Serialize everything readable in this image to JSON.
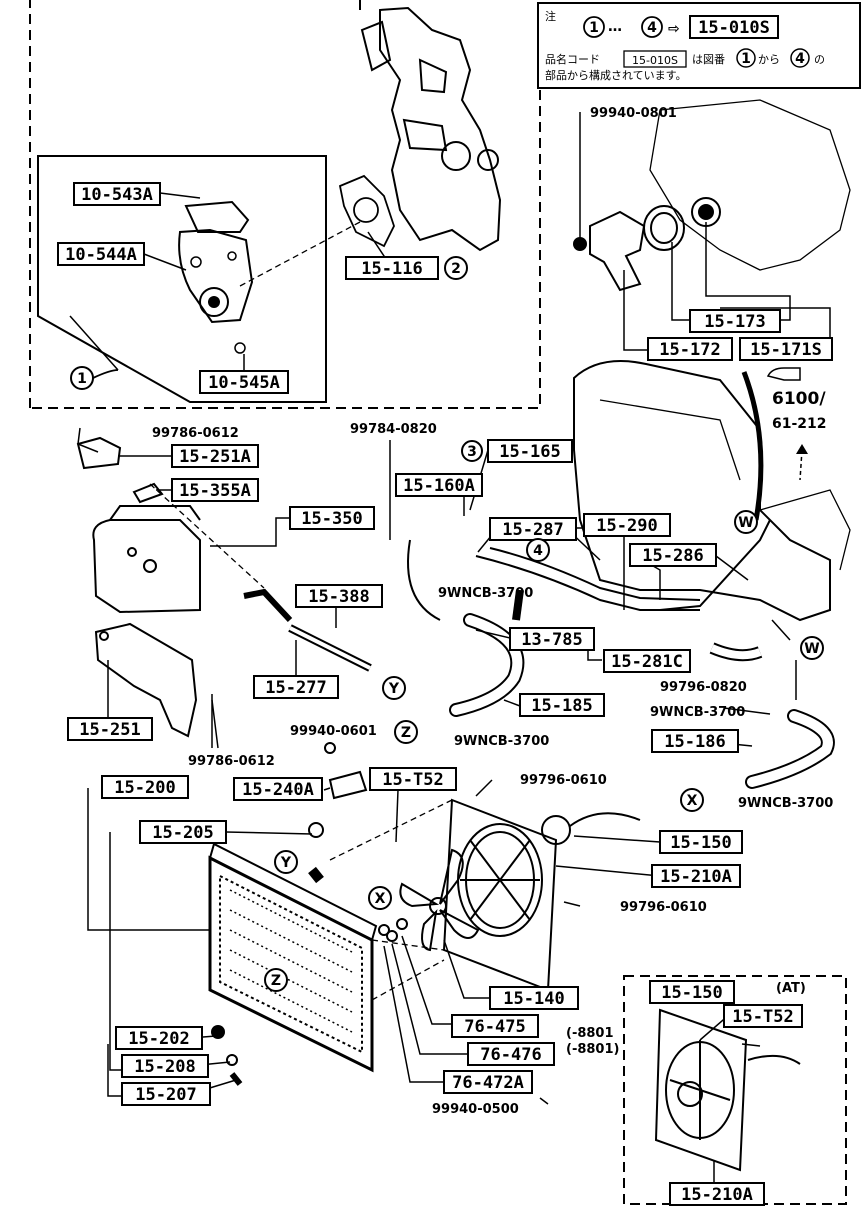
{
  "note": {
    "title": "注",
    "range_from": "1",
    "range_sep": "…",
    "range_to": "4",
    "arrow": "⇨",
    "code": "15-010S",
    "line2_a": "品名コード",
    "line2_code": "15-010S",
    "line2_b": "は図番",
    "line2_from": "1",
    "line2_mid": "から",
    "line2_to": "4",
    "line2_c": "の",
    "line3": "部品から構成されています。"
  },
  "ref": {
    "main": "6100/",
    "sub": "61-212"
  },
  "at_label": "(AT)",
  "boxed_labels": {
    "l10543A": "10-543A",
    "l10544A": "10-544A",
    "l10545A": "10-545A",
    "l15116": "15-116",
    "l15173": "15-173",
    "l15172": "15-172",
    "l15171S": "15-171S",
    "l15251A": "15-251A",
    "l15355A": "15-355A",
    "l15350": "15-350",
    "l15160A": "15-160A",
    "l15165": "15-165",
    "l15287": "15-287",
    "l15290": "15-290",
    "l15286": "15-286",
    "l15388": "15-388",
    "l13785": "13-785",
    "l15281C": "15-281C",
    "l15277": "15-277",
    "l15185": "15-185",
    "l15251": "15-251",
    "l15186": "15-186",
    "l15240A": "15-240A",
    "l15T52": "15-T52",
    "l15200": "15-200",
    "l15205": "15-205",
    "l15150": "15-150",
    "l15210A": "15-210A",
    "l15140": "15-140",
    "l76475": "76-475",
    "l76476": "76-476",
    "l76472A": "76-472A",
    "l15202": "15-202",
    "l15208": "15-208",
    "l15207": "15-207",
    "l15150at": "15-150",
    "l15T52at": "15-T52",
    "l15210Aat": "15-210A"
  },
  "part_numbers": {
    "p99940_0801": "99940-0801",
    "p99786_0612a": "99786-0612",
    "p99784_0820": "99784-0820",
    "p9WNCB_3700a": "9WNCB-3700",
    "p99796_0820": "99796-0820",
    "p9WNCB_3700b": "9WNCB-3700",
    "p9WNCB_3700c": "9WNCB-3700",
    "p9WNCB_3700d": "9WNCB-3700",
    "p99786_0612b": "99786-0612",
    "p99940_0601": "99940-0601",
    "p99796_0610a": "99796-0610",
    "p99796_0610b": "99796-0610",
    "p99940_0500": "99940-0500",
    "p8801a": "(-8801",
    "p8801b": "(-8801)"
  },
  "circled": {
    "c1": "1",
    "c2": "2",
    "c3": "3",
    "c4": "4",
    "cW1": "W",
    "cW2": "W",
    "cY1": "Y",
    "cY2": "Y",
    "cX1": "X",
    "cX2": "X",
    "cZ1": "Z",
    "cZ2": "Z"
  }
}
